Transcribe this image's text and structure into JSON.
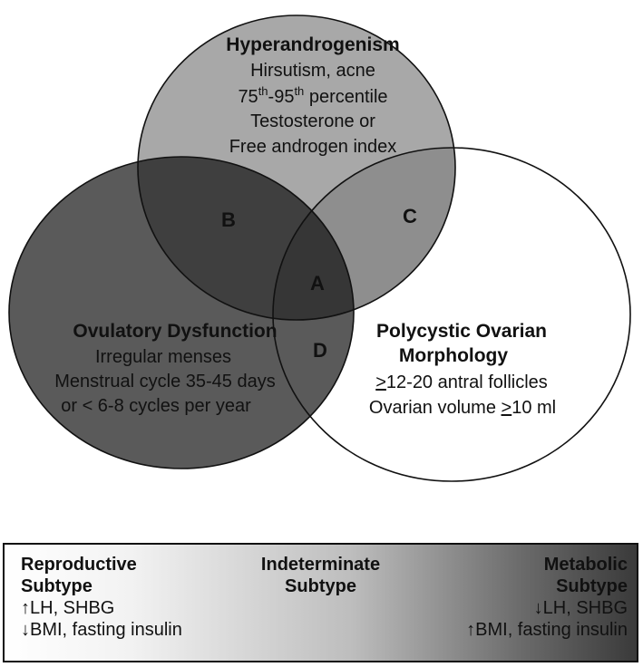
{
  "circles": {
    "hyperandrogenism": {
      "title": "Hyperandrogenism",
      "line1": "Hirsutism, acne",
      "line2_pre": "75",
      "line2_sup1": "th",
      "line2_mid": "-95",
      "line2_sup2": "th",
      "line2_post": " percentile",
      "line3": "Testosterone or",
      "line4": "Free androgen index",
      "color": "#a6a6a6"
    },
    "ovulatory": {
      "title": "Ovulatory Dysfunction",
      "line1": "Irregular menses",
      "line2": "Menstrual cycle 35-45 days",
      "line3": "or < 6-8 cycles per year",
      "color": "#5a5a5a"
    },
    "polycystic": {
      "title1": "Polycystic Ovarian",
      "title2": "Morphology",
      "line1_sym": ">",
      "line1_rest": "12-20 antral follicles",
      "line2_pre": "Ovarian volume ",
      "line2_sym": ">",
      "line2_post": "10 ml",
      "color": "#ffffff"
    }
  },
  "regions": {
    "a": "A",
    "b": "B",
    "c": "C",
    "d": "D"
  },
  "subtypes": {
    "reproductive": {
      "title1": "Reproductive",
      "title2": "Subtype",
      "line1": "↑LH, SHBG",
      "line2": "↓BMI, fasting insulin"
    },
    "indeterminate": {
      "title1": "Indeterminate",
      "title2": "Subtype"
    },
    "metabolic": {
      "title1": "Metabolic",
      "title2": "Subtype",
      "line1": "↓LH, SHBG",
      "line2": "↑BMI, fasting insulin"
    }
  }
}
